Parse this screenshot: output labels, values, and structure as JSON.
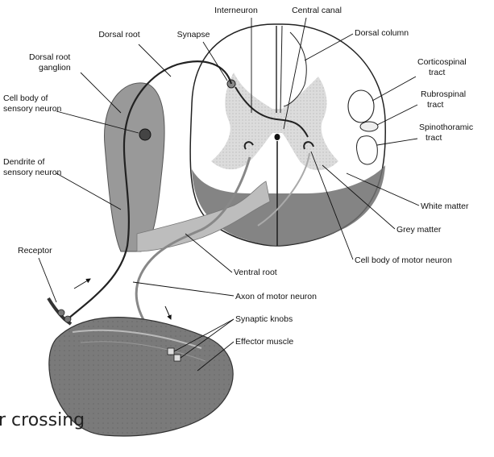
{
  "labels": {
    "interneuron": "Interneuron",
    "central_canal": "Central canal",
    "dorsal_root": "Dorsal root",
    "synapse": "Synapse",
    "dorsal_column": "Dorsal column",
    "dorsal_root_ganglion_1": "Dorsal root",
    "dorsal_root_ganglion_2": "ganglion",
    "corticospinal_1": "Corticospinal",
    "corticospinal_2": "tract",
    "cell_body_sensory_1": "Cell body of",
    "cell_body_sensory_2": "sensory neuron",
    "rubrospinal_1": "Rubrospinal",
    "rubrospinal_2": "tract",
    "spinothalamic_1": "Spinothoramic",
    "spinothalamic_2": "tract",
    "dendrite_1": "Dendrite of",
    "dendrite_2": "sensory neuron",
    "white_matter": "White matter",
    "grey_matter": "Grey matter",
    "receptor": "Receptor",
    "cell_body_motor": "Cell body of motor neuron",
    "ventral_root": "Ventral root",
    "axon_motor": "Axon of motor neuron",
    "synaptic_knobs": "Synaptic knobs",
    "effector_muscle": "Effector muscle"
  },
  "caption_fragment": "r crossing"
}
